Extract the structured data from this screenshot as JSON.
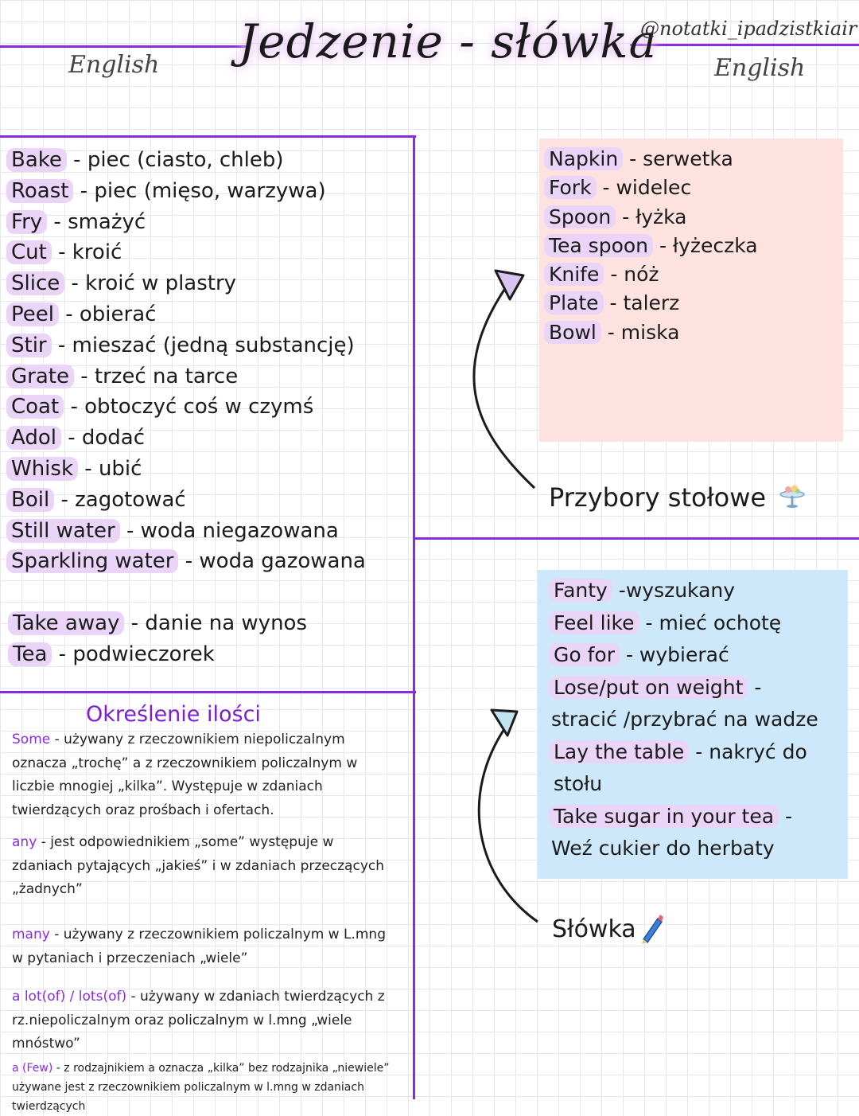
{
  "header": {
    "title": "Jedzenie - słówka",
    "handle": "@notatki_ipadzistkiair",
    "english_left": "English",
    "english_right": "English"
  },
  "verbs": [
    {
      "en": "Bake",
      "pl": "piec (ciasto, chleb)"
    },
    {
      "en": "Roast",
      "pl": "piec (mięso, warzywa)"
    },
    {
      "en": "Fry",
      "pl": "smażyć"
    },
    {
      "en": "Cut",
      "pl": "kroić"
    },
    {
      "en": "Slice",
      "pl": "kroić w plastry"
    },
    {
      "en": "Peel",
      "pl": "obierać"
    },
    {
      "en": "Stir",
      "pl": "mieszać (jedną substancję)"
    },
    {
      "en": "Grate",
      "pl": "trzeć na tarce"
    },
    {
      "en": "Coat",
      "pl": "obtoczyć coś w czymś"
    },
    {
      "en": "Adol",
      "pl": "dodać"
    },
    {
      "en": "Whisk",
      "pl": "ubić"
    },
    {
      "en": "Boil",
      "pl": "zagotować"
    },
    {
      "en": "Still water",
      "pl": "woda niegazowana"
    },
    {
      "en": "Sparkling water",
      "pl": "woda gazowana"
    }
  ],
  "extras": [
    {
      "en": "Take away",
      "pl": "danie na wynos"
    },
    {
      "en": "Tea",
      "pl": "podwieczorek"
    }
  ],
  "cutlery": {
    "items": [
      {
        "en": "Napkin",
        "pl": "serwetka"
      },
      {
        "en": "Fork",
        "pl": "widelec"
      },
      {
        "en": "Spoon",
        "pl": "łyżka"
      },
      {
        "en": "Tea spoon",
        "pl": "łyżeczka"
      },
      {
        "en": "Knife",
        "pl": "nóż"
      },
      {
        "en": "Plate",
        "pl": "talerz"
      },
      {
        "en": "Bowl",
        "pl": "miska"
      }
    ],
    "label": "Przybory stołowe",
    "icon": "cake-stand-icon"
  },
  "phrases": {
    "items": [
      {
        "en": "Fanty",
        "sep": " -",
        "pl": "wyszukany"
      },
      {
        "en": "Feel like",
        "sep": " - ",
        "pl": "mieć ochotę"
      },
      {
        "en": "Go for",
        "sep": " - ",
        "pl": "wybierać"
      },
      {
        "en": "Lose/put on weight",
        "sep": " - ",
        "pl": ""
      },
      {
        "en": "",
        "sep": "",
        "pl": "stracić /przybrać na wadze"
      },
      {
        "en": "Lay the table",
        "sep": " - ",
        "pl": "nakryć do"
      },
      {
        "en": "",
        "sep": "",
        "pl": "stołu"
      },
      {
        "en": "Take sugar in your tea",
        "sep": " - ",
        "pl": ""
      },
      {
        "en": "",
        "sep": "",
        "pl": "Weź cukier do herbaty"
      }
    ],
    "label": "Słówka",
    "icon": "pen-icon"
  },
  "quantity": {
    "title": "Określenie ilości",
    "some_kw": "Some",
    "some_text": " - używany z rzeczownikiem niepoliczalnym oznacza „trochę” a z rzeczownikiem policzalnym w liczbie mnogiej „kilka”. Występuje w zdaniach twierdzących oraz prośbach i ofertach.",
    "any_kw": "any",
    "any_text": " - jest odpowiednikiem „some” występuje w zdaniach pytających „jakieś” i w zdaniach przeczących „żadnych”",
    "many_kw": "many",
    "many_text": " - używany z rzeczownikiem policzalnym w L.mng w pytaniach i przeczeniach „wiele”",
    "alot_kw": "a lot(of) / lots(of)",
    "alot_text": " - używany w zdaniach twierdzących z rz.niepoliczalnym oraz policzalnym w l.mng „wiele mnóstwo”",
    "few_kw": "a (Few)",
    "few_text": " - z rodzajnikiem a oznacza „kilka” bez rodzajnika „niewiele” używane jest z rzeczownikiem policzalnym w l.mng w zdaniach twierdzących"
  },
  "colors": {
    "accent": "#8a2be2",
    "highlight": "#ead5f8",
    "pink_box": "#fde2e0",
    "blue_box": "#cde7fb"
  }
}
